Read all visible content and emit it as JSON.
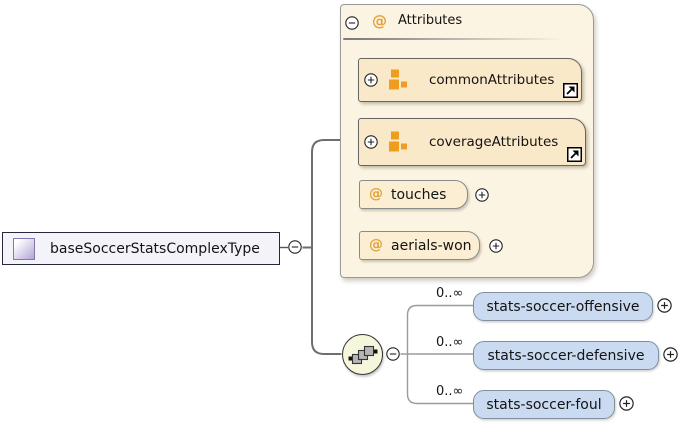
{
  "root": {
    "label": "baseSoccerStatsComplexType"
  },
  "attributes_panel": {
    "at_symbol": "@",
    "title": "Attributes",
    "groups": [
      {
        "label": "commonAttributes"
      },
      {
        "label": "coverageAttributes"
      }
    ],
    "attributes": [
      {
        "at_symbol": "@",
        "label": "touches"
      },
      {
        "at_symbol": "@",
        "label": "aerials-won"
      }
    ]
  },
  "sequence": {
    "children": [
      {
        "cardinality": "0..∞",
        "label": "stats-soccer-offensive"
      },
      {
        "cardinality": "0..∞",
        "label": "stats-soccer-defensive"
      },
      {
        "cardinality": "0..∞",
        "label": "stats-soccer-foul"
      }
    ]
  },
  "colors": {
    "panel_fill": "#fcf4e2",
    "panel_border": "#999999",
    "group_fill": "#fae9c8",
    "group_border": "#666666",
    "attr_fill": "#fbeed3",
    "attr_border": "#8a8a8a",
    "element_fill": "#c9daf1",
    "element_border": "#8090a0",
    "root_fill": "#f5f3fa",
    "root_border": "#28283c",
    "icon_purple": "#b7a9d6",
    "icon_purple_border": "#8377ad",
    "orange": "#e2a23c",
    "orange_icon": "#ef9d1e",
    "line": "#6e6e6e",
    "branch_line": "#9b9b9b",
    "seq_fill": "#f6f6dd",
    "text": "#141414"
  }
}
